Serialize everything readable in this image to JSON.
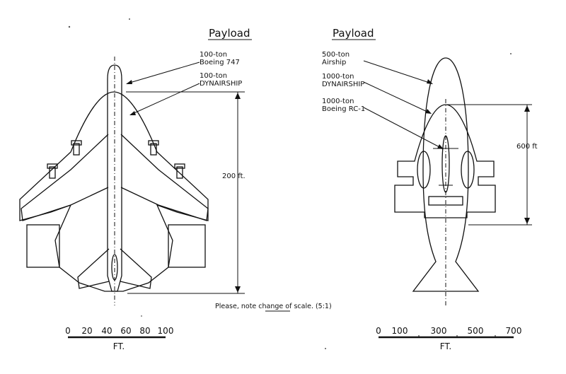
{
  "left": {
    "heading": "Payload",
    "label1_line1": "100-ton",
    "label1_line2": "Boeing 747",
    "label2_line1": "100-ton",
    "label2_line2": "DYNAIRSHIP",
    "dimension": "200 ft.",
    "scale_ticks": [
      "0",
      "20",
      "40",
      "60",
      "80",
      "100"
    ],
    "scale_unit": "FT."
  },
  "right": {
    "heading": "Payload",
    "label1_line1": "500-ton",
    "label1_line2": "Airship",
    "label2_line1": "1000-ton",
    "label2_line2": "DYNAIRSHIP",
    "label3_line1": "1000-ton",
    "label3_line2": "Boeing RC-1",
    "dimension": "600 ft",
    "scale_ticks": [
      "0",
      "100",
      "300",
      "500",
      "700"
    ],
    "scale_unit": "FT."
  },
  "note": {
    "prefix": "Please, note ",
    "emphasis": "change",
    "suffix": " of scale. (5:1)"
  }
}
